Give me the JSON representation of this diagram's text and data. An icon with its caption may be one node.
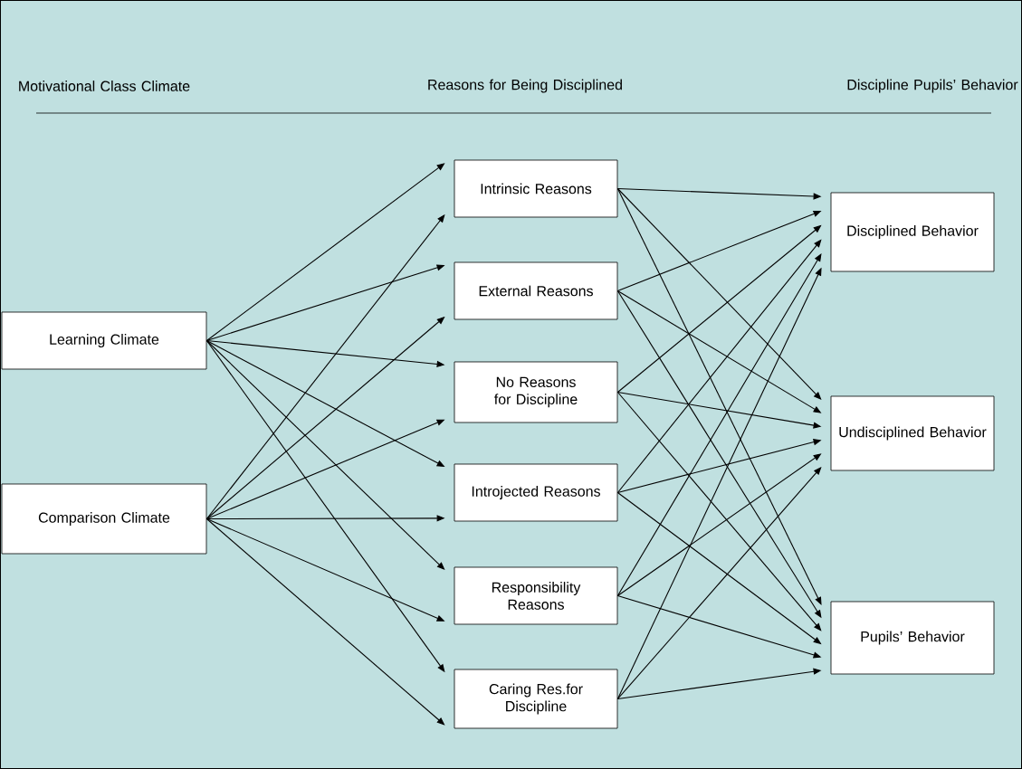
{
  "diagram": {
    "nodes": [
      {
        "text": [
          "Learning Climate"
        ]
      },
      {
        "text": [
          "Comparison Climate"
        ]
      },
      {
        "text": [
          "Intrinsic Reasons"
        ]
      },
      {
        "text": [
          "External Reasons"
        ]
      },
      {
        "text": [
          "No Reasons for Discipline"
        ]
      },
      {
        "text": [
          "Introjected Reasons"
        ]
      },
      {
        "text": [
          "Responsibility Reasons"
        ]
      },
      {
        "text": [
          "Caring Res.for Discipline"
        ]
      },
      {
        "text": [
          "Disciplined Behavior"
        ]
      },
      {
        "text": [
          "Undisciplined Behavior"
        ]
      },
      {
        "text": [
          "Pupils’ Behavior"
        ]
      }
    ],
    "edges": [
      {
        "from": 0,
        "to": 2,
        "arrow": "to"
      },
      {
        "from": 0,
        "to": 3,
        "arrow": "to"
      },
      {
        "from": 0,
        "to": 4,
        "arrow": "to"
      },
      {
        "from": 0,
        "to": 5,
        "arrow": "to"
      },
      {
        "from": 0,
        "to": 6,
        "arrow": "to"
      },
      {
        "from": 0,
        "to": 7,
        "arrow": "to"
      },
      {
        "from": 1,
        "to": 2,
        "arrow": "to"
      },
      {
        "from": 1,
        "to": 3,
        "arrow": "to"
      },
      {
        "from": 1,
        "to": 4,
        "arrow": "to"
      },
      {
        "from": 1,
        "to": 5,
        "arrow": "to"
      },
      {
        "from": 1,
        "to": 6,
        "arrow": "to"
      },
      {
        "from": 1,
        "to": 7,
        "arrow": "to"
      },
      {
        "from": 2,
        "to": 8,
        "arrow": "to"
      },
      {
        "from": 2,
        "to": 9,
        "arrow": "to"
      },
      {
        "from": 2,
        "to": 10,
        "arrow": "to"
      },
      {
        "from": 3,
        "to": 8,
        "arrow": "to"
      },
      {
        "from": 3,
        "to": 9,
        "arrow": "to"
      },
      {
        "from": 3,
        "to": 10,
        "arrow": "to"
      },
      {
        "from": 4,
        "to": 8,
        "arrow": "to"
      },
      {
        "from": 4,
        "to": 9,
        "arrow": "to"
      },
      {
        "from": 4,
        "to": 10,
        "arrow": "to"
      },
      {
        "from": 5,
        "to": 8,
        "arrow": "to"
      },
      {
        "from": 5,
        "to": 9,
        "arrow": "to"
      },
      {
        "from": 5,
        "to": 10,
        "arrow": "to"
      },
      {
        "from": 6,
        "to": 8,
        "arrow": "to"
      },
      {
        "from": 6,
        "to": 9,
        "arrow": "to"
      },
      {
        "from": 6,
        "to": 10,
        "arrow": "to"
      },
      {
        "from": 7,
        "to": 8,
        "arrow": "to"
      },
      {
        "from": 7,
        "to": 9,
        "arrow": "to"
      },
      {
        "from": 7,
        "to": 10,
        "arrow": "to"
      }
    ],
    "labels": [
      "Motivational Class Climate",
      "Reasons for Being Disciplined",
      "Discipline Pupils’ Behavior"
    ]
  }
}
